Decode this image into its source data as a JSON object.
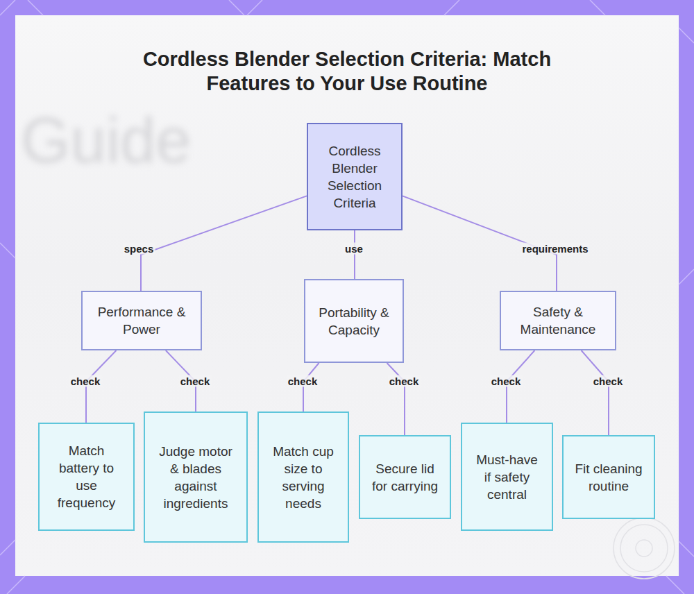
{
  "diagram": {
    "title": "Cordless Blender Selection Criteria: Match Features to Your Use Routine",
    "nodes": [
      {
        "text": [
          "Cordless Blender Selection Criteria"
        ]
      },
      {
        "text": [
          "Performance & Power"
        ]
      },
      {
        "text": [
          "Portability & Capacity"
        ]
      },
      {
        "text": [
          "Safety & Maintenance"
        ]
      },
      {
        "text": [
          "Match battery to use frequency"
        ]
      },
      {
        "text": [
          "Judge motor & blades against ingredients"
        ]
      },
      {
        "text": [
          "Match cup size to serving needs"
        ]
      },
      {
        "text": [
          "Secure lid for carrying"
        ]
      },
      {
        "text": [
          "Must-have if safety central"
        ]
      },
      {
        "text": [
          "Fit cleaning routine"
        ]
      }
    ],
    "edges": [
      {
        "from": 0,
        "to": 1,
        "label": "specs",
        "arrow": "none"
      },
      {
        "from": 0,
        "to": 2,
        "label": "use",
        "arrow": "none"
      },
      {
        "from": 0,
        "to": 3,
        "label": "requirements",
        "arrow": "none"
      },
      {
        "from": 1,
        "to": 4,
        "label": "check",
        "arrow": "none"
      },
      {
        "from": 1,
        "to": 5,
        "label": "check",
        "arrow": "none"
      },
      {
        "from": 2,
        "to": 6,
        "label": "check",
        "arrow": "none"
      },
      {
        "from": 2,
        "to": 7,
        "label": "check",
        "arrow": "none"
      },
      {
        "from": 3,
        "to": 8,
        "label": "check",
        "arrow": "none"
      },
      {
        "from": 3,
        "to": 9,
        "label": "check",
        "arrow": "none"
      }
    ],
    "labels": [
      "Guide"
    ]
  }
}
